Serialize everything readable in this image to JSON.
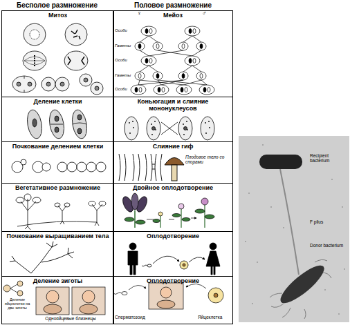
{
  "diagram": {
    "nodes": [
      {
        "text": [
          "Митоз"
        ]
      },
      {
        "text": [
          "Мейоз"
        ]
      },
      {
        "text": [
          "Деление клетки"
        ]
      },
      {
        "text": [
          "Коньюгация и слияние мононуклеусов"
        ]
      },
      {
        "text": [
          "Почкование делением клетки"
        ]
      },
      {
        "text": [
          "Слияние гиф"
        ]
      },
      {
        "text": [
          "Вегетативное размножение"
        ]
      },
      {
        "text": [
          "Двойное оплодотворение"
        ]
      },
      {
        "text": [
          "Почкование выращиванием тела"
        ]
      },
      {
        "text": [
          "Оплодотворение"
        ]
      },
      {
        "text": [
          "Деление зиготы"
        ]
      },
      {
        "text": [
          "Оплодотворение"
        ]
      }
    ],
    "labels": [
      "Бесполое размножение",
      "Половое размножение",
      "♀",
      "♂",
      "Особи",
      "Гаметы",
      "Особи",
      "Гаметы",
      "Особи",
      "Плодовое тело со спорами",
      "Деление яйцеклетки на две зиготы",
      "Однояйцевые близнецы",
      "Сперматозоид",
      "Яйцеклетка",
      "Recipient bacterium",
      "F pilus",
      "Donor bacterium"
    ]
  }
}
